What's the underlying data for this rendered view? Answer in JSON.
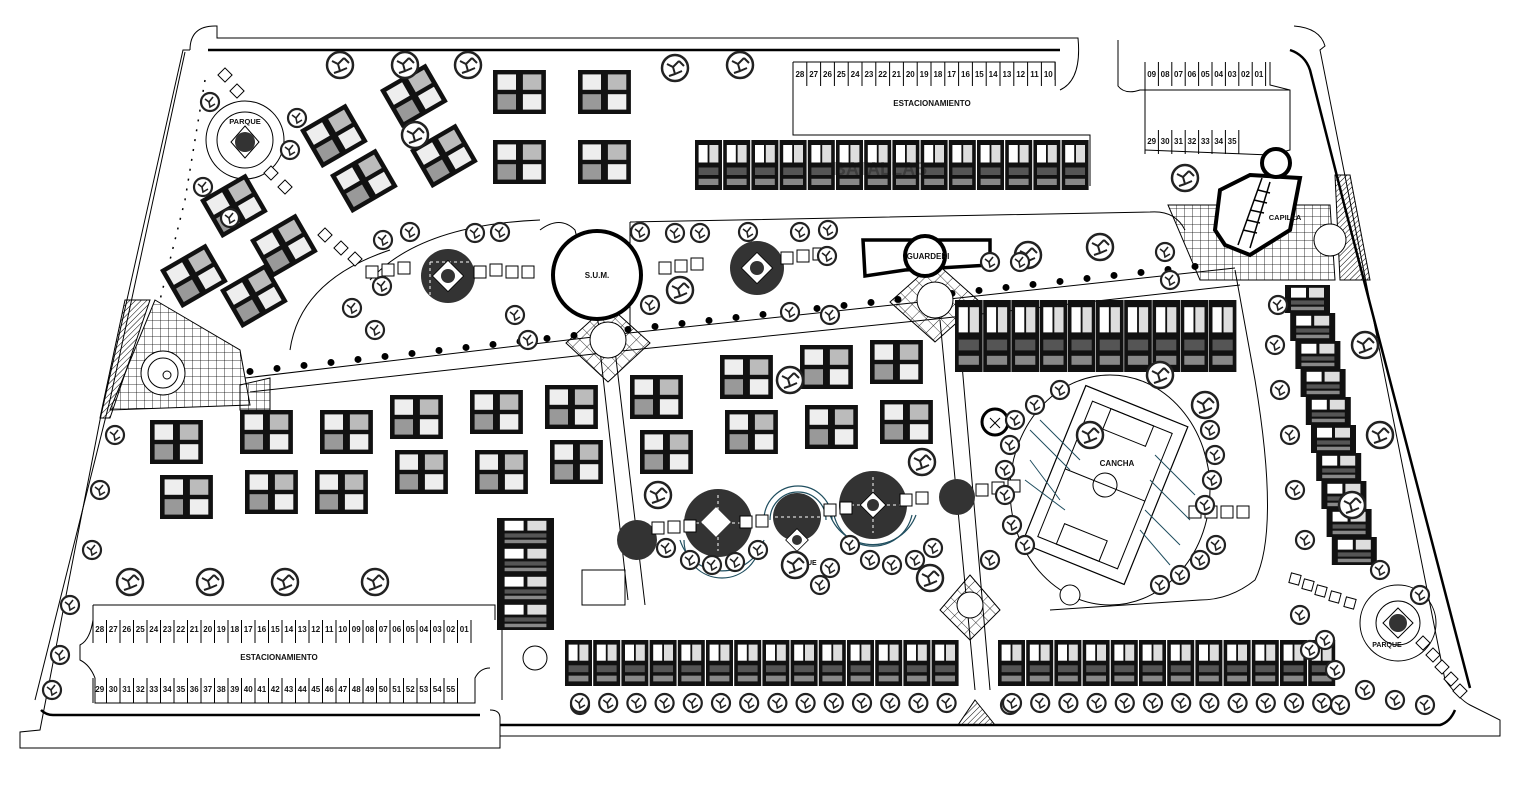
{
  "drawing": {
    "type": "site plan",
    "colors": {
      "line": "#000000",
      "fill_dark": "#333333",
      "building": "#111111",
      "accent_teal": "#1f4e5f",
      "background": "#ffffff"
    }
  },
  "labels": {
    "parque_nw": "PARQUE",
    "parque_center": "PARQUE",
    "parque_se": "PARQUE",
    "sum": "S.U.M.",
    "guarderia": "GUARDERI",
    "capilla": "CAPILLA",
    "cancha": "CANCHA",
    "estacionamiento_top": "ESTACIONAMIENTO",
    "estacionamiento_bottom": "ESTACIONAMIENTO",
    "ghost_text": "BATALLAS"
  },
  "parking": {
    "top_main": [
      "28",
      "27",
      "26",
      "25",
      "24",
      "23",
      "22",
      "21",
      "20",
      "19",
      "18",
      "17",
      "16",
      "15",
      "14",
      "13",
      "12",
      "11",
      "10"
    ],
    "top_right_upper": [
      "09",
      "08",
      "07",
      "06",
      "05",
      "04",
      "03",
      "02",
      "01"
    ],
    "top_right_lower": [
      "29",
      "30",
      "31",
      "32",
      "33",
      "34",
      "35"
    ],
    "bottom_upper": [
      "28",
      "27",
      "26",
      "25",
      "24",
      "23",
      "22",
      "21",
      "20",
      "19",
      "18",
      "17",
      "16",
      "15",
      "14",
      "13",
      "12",
      "11",
      "10",
      "09",
      "08",
      "07",
      "06",
      "05",
      "04",
      "03",
      "02",
      "01"
    ],
    "bottom_lower": [
      "29",
      "30",
      "31",
      "32",
      "33",
      "34",
      "35",
      "36",
      "37",
      "38",
      "39",
      "40",
      "41",
      "42",
      "43",
      "44",
      "45",
      "46",
      "47",
      "48",
      "49",
      "50",
      "51",
      "52",
      "53",
      "54",
      "55"
    ]
  }
}
